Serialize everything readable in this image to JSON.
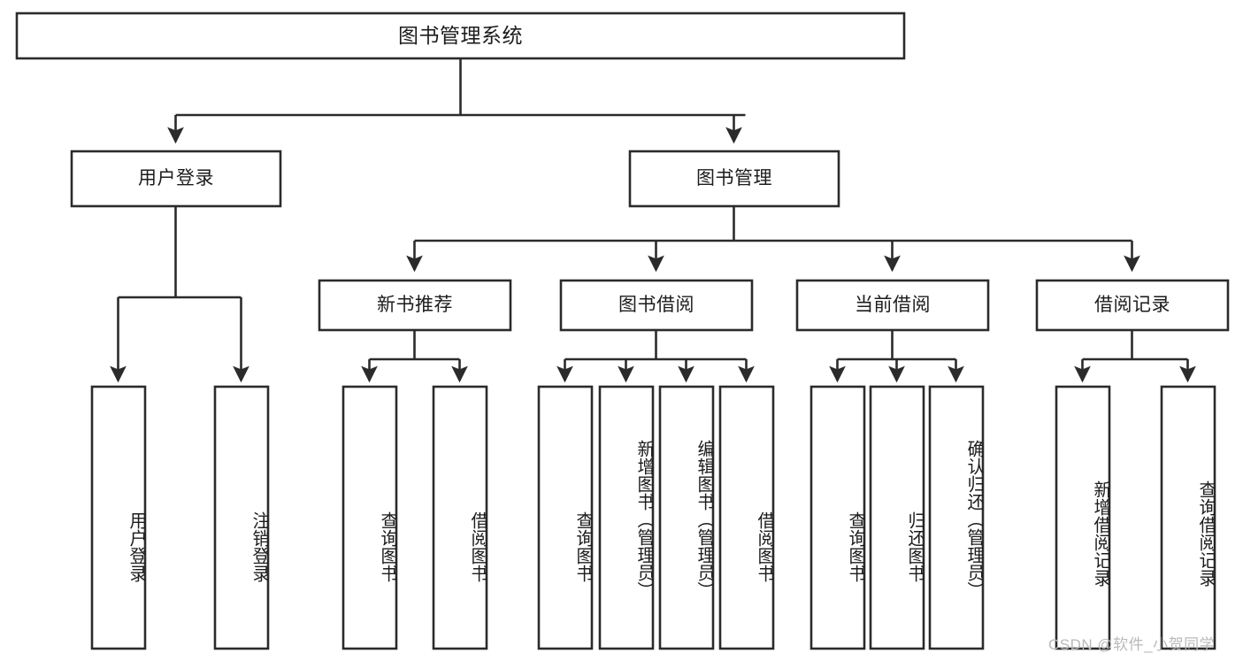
{
  "diagram": {
    "type": "hierarchy-tree",
    "title": "图书管理系统",
    "root": {
      "label": "图书管理系统"
    },
    "level2": [
      {
        "label": "用户登录"
      },
      {
        "label": "图书管理"
      }
    ],
    "level3": [
      {
        "label": "新书推荐"
      },
      {
        "label": "图书借阅"
      },
      {
        "label": "当前借阅"
      },
      {
        "label": "借阅记录"
      }
    ],
    "leaves": {
      "user_login": [
        {
          "label": "用户登录"
        },
        {
          "label": "注销登录"
        }
      ],
      "new_book_recommend": [
        {
          "label": "查询图书"
        },
        {
          "label": "借阅图书"
        }
      ],
      "book_borrow": [
        {
          "label": "查询图书"
        },
        {
          "label": "新增图书（管理员）"
        },
        {
          "label": "编辑图书（管理员）"
        },
        {
          "label": "借阅图书"
        }
      ],
      "current_borrow": [
        {
          "label": "查询图书"
        },
        {
          "label": "归还图书"
        },
        {
          "label": "确认归还（管理员）"
        }
      ],
      "borrow_record": [
        {
          "label": "新增借阅记录"
        },
        {
          "label": "查询借阅记录"
        }
      ]
    },
    "watermark": "CSDN @软件_小贺同学",
    "colors": {
      "stroke": "#2b2b2b",
      "fill": "#ffffff",
      "text": "#1c1c1c",
      "watermark": "#b9b9b9"
    }
  }
}
